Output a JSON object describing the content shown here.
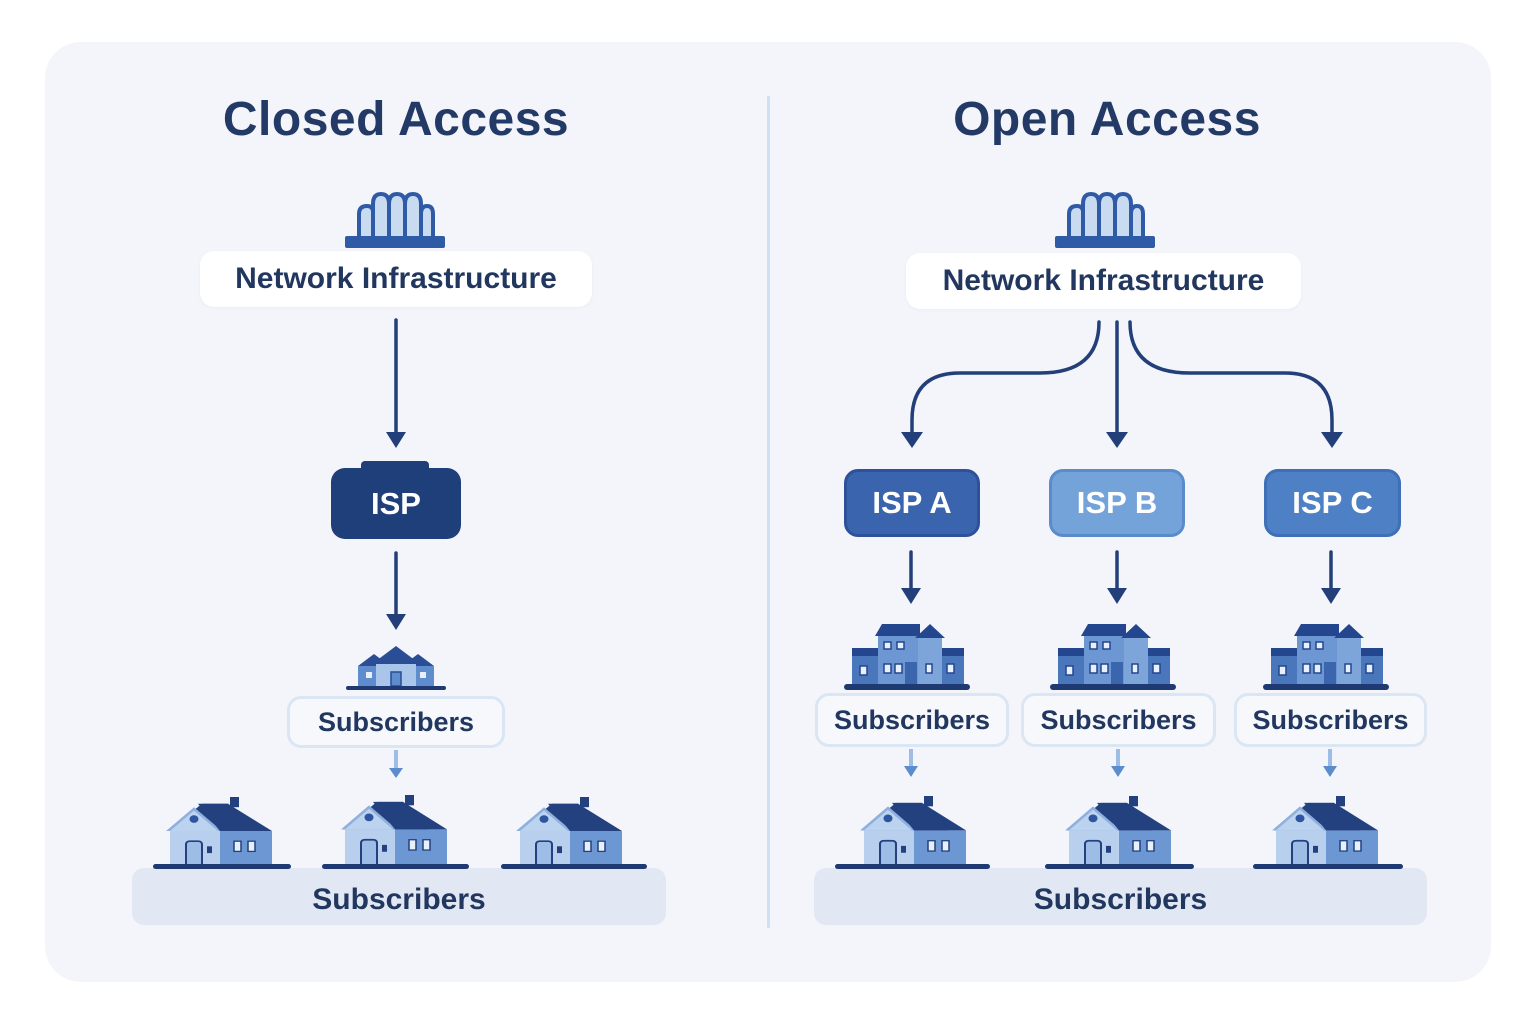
{
  "colors": {
    "dark_navy": "#1f3a73",
    "isp_a": "#3a64ad",
    "isp_b": "#6f9fd8",
    "isp_c": "#4d7ec4",
    "arrow": "#233f7a",
    "light_arrow": "#8fb3e0",
    "text": "#22375f"
  },
  "closed": {
    "title": "Closed Access",
    "infrastructure": {
      "icon": "network-infrastructure-icon",
      "label": "Network Infrastructure"
    },
    "isp": {
      "label": "ISP"
    },
    "subscribers_group": {
      "icon": "house-cluster-icon",
      "label": "Subscribers"
    },
    "houses": [
      "house-icon",
      "house-icon",
      "house-icon"
    ],
    "bottom_label": "Subscribers"
  },
  "open": {
    "title": "Open Access",
    "infrastructure": {
      "icon": "network-infrastructure-icon",
      "label": "Network Infrastructure"
    },
    "isps": [
      {
        "label": "ISP A",
        "subscribers_label": "Subscribers"
      },
      {
        "label": "ISP B",
        "subscribers_label": "Subscribers"
      },
      {
        "label": "ISP C",
        "subscribers_label": "Subscribers"
      }
    ],
    "houses": [
      "house-icon",
      "house-icon",
      "house-icon"
    ],
    "bottom_label": "Subscribers"
  }
}
